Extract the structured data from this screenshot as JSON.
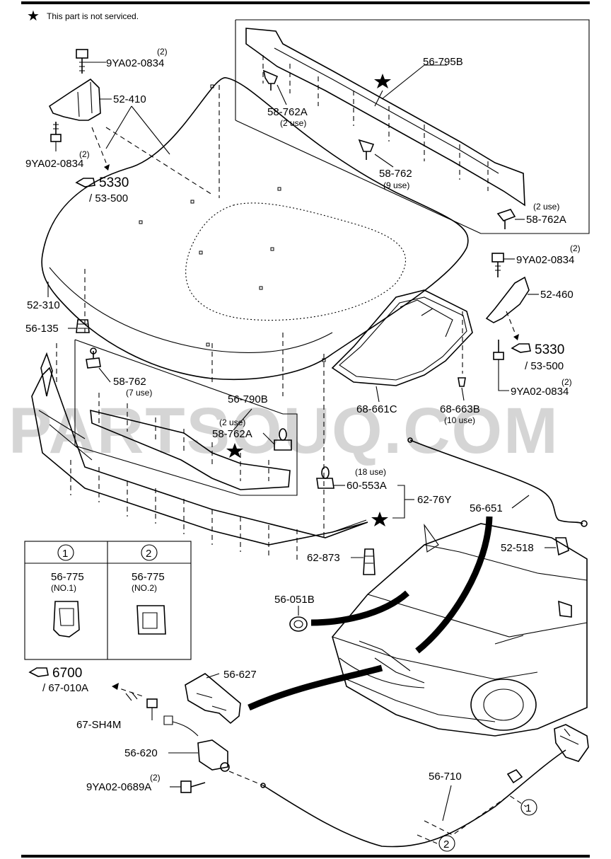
{
  "notice": {
    "star": "★",
    "text": "This part is not serviced."
  },
  "watermark": "PARTSOUQ.COM",
  "labels": [
    {
      "id": "bolt-top-qty",
      "text": "(2)"
    },
    {
      "id": "bolt-top",
      "text": "9YA02-0834"
    },
    {
      "id": "hinge-left",
      "text": "52-410"
    },
    {
      "id": "bolt-left-qty",
      "text": "(2)"
    },
    {
      "id": "bolt-left",
      "text": "9YA02-0834"
    },
    {
      "id": "ref-5330-left",
      "text": "5330"
    },
    {
      "id": "ref-53500-left",
      "text": "/ 53-500"
    },
    {
      "id": "hood",
      "text": "52-310"
    },
    {
      "id": "bumper-56135",
      "text": "56-135"
    },
    {
      "id": "seal-top",
      "text": "56-795B"
    },
    {
      "id": "clip-58762a-top",
      "text": "58-762A"
    },
    {
      "id": "clip-58762a-top-use",
      "text": "(2 use)"
    },
    {
      "id": "clip-58762-top",
      "text": "58-762"
    },
    {
      "id": "clip-58762-top-use",
      "text": "(9 use)"
    },
    {
      "id": "clip-58762a-right-use",
      "text": "(2 use)"
    },
    {
      "id": "clip-58762a-right",
      "text": "58-762A"
    },
    {
      "id": "bolt-right-top-qty",
      "text": "(2)"
    },
    {
      "id": "bolt-right-top",
      "text": "9YA02-0834"
    },
    {
      "id": "hinge-right",
      "text": "52-460"
    },
    {
      "id": "ref-5330-right",
      "text": "5330"
    },
    {
      "id": "ref-53500-right",
      "text": "/ 53-500"
    },
    {
      "id": "bolt-right-bot-qty",
      "text": "(2)"
    },
    {
      "id": "bolt-right-bot",
      "text": "9YA02-0834"
    },
    {
      "id": "clip-58762-mid",
      "text": "58-762"
    },
    {
      "id": "clip-58762-mid-use",
      "text": "(7 use)"
    },
    {
      "id": "seal-front",
      "text": "56-790B"
    },
    {
      "id": "clip-58762a-mid-use",
      "text": "(2 use)"
    },
    {
      "id": "clip-58762a-mid",
      "text": "58-762A"
    },
    {
      "id": "insulator-seal",
      "text": "68-661C"
    },
    {
      "id": "clip-68663b",
      "text": "68-663B"
    },
    {
      "id": "clip-68663b-use",
      "text": "(10 use)"
    },
    {
      "id": "clip-60553a-use",
      "text": "(18 use)"
    },
    {
      "id": "clip-60553a",
      "text": "60-553A"
    },
    {
      "id": "seal-62-76y",
      "text": "62-76Y"
    },
    {
      "id": "cable-56651",
      "text": "56-651"
    },
    {
      "id": "bracket-52518",
      "text": "52-518"
    },
    {
      "id": "bumper-62873",
      "text": "62-873"
    },
    {
      "id": "plug-56051b",
      "text": "56-051B"
    },
    {
      "id": "variant-1-num",
      "text": "1"
    },
    {
      "id": "variant-2-num",
      "text": "2"
    },
    {
      "id": "variant-1-part",
      "text": "56-775"
    },
    {
      "id": "variant-1-sub",
      "text": "(NO.1)"
    },
    {
      "id": "variant-2-part",
      "text": "56-775"
    },
    {
      "id": "variant-2-sub",
      "text": "(NO.2)"
    },
    {
      "id": "ref-6700",
      "text": "6700"
    },
    {
      "id": "ref-67010a",
      "text": "/ 67-010A"
    },
    {
      "id": "harness-67sh4m",
      "text": "67-SH4M"
    },
    {
      "id": "bracket-56627",
      "text": "56-627"
    },
    {
      "id": "latch-56620",
      "text": "56-620"
    },
    {
      "id": "bolt-latch-qty",
      "text": "(2)"
    },
    {
      "id": "bolt-latch",
      "text": "9YA02-0689A"
    },
    {
      "id": "cable-56710",
      "text": "56-710"
    },
    {
      "id": "callout-1",
      "text": "1"
    },
    {
      "id": "callout-2",
      "text": "2"
    }
  ],
  "colors": {
    "ink": "#000000",
    "paper": "#ffffff",
    "watermark": "#c8c8c8"
  }
}
